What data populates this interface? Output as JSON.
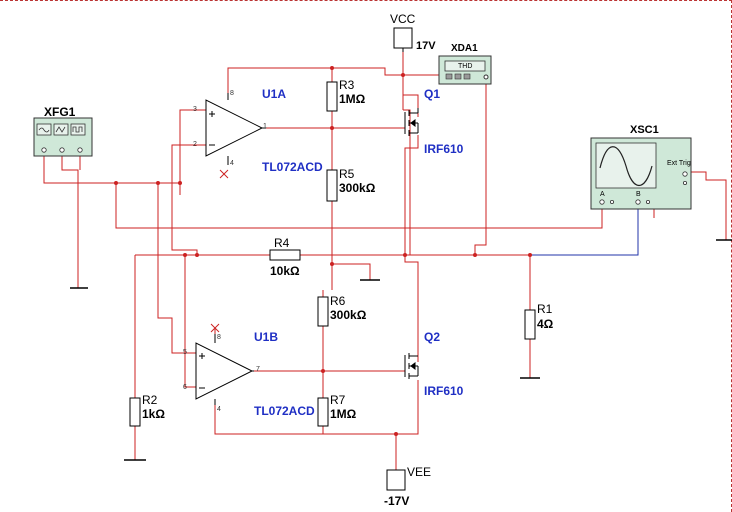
{
  "function_generator": {
    "name": "XFG1"
  },
  "analyzer": {
    "name": "XDA1",
    "label": "THD"
  },
  "oscilloscope": {
    "name": "XSC1",
    "ext_trig": "Ext Trig",
    "chan_a": "A",
    "chan_b": "B"
  },
  "supply_pos": {
    "name": "VCC",
    "value": "17V"
  },
  "supply_neg": {
    "name": "VEE",
    "value": "-17V"
  },
  "opamp_a": {
    "name": "U1A",
    "part": "TL072ACD",
    "pin_noninv": "3",
    "pin_inv": "2",
    "pin_out": "1",
    "pin_vcc": "8",
    "pin_vee": "4"
  },
  "opamp_b": {
    "name": "U1B",
    "part": "TL072ACD",
    "pin_noninv": "5",
    "pin_inv": "6",
    "pin_out": "7",
    "pin_vcc": "8",
    "pin_vee": "4"
  },
  "q1": {
    "name": "Q1",
    "part": "IRF610"
  },
  "q2": {
    "name": "Q2",
    "part": "IRF610"
  },
  "r1": {
    "name": "R1",
    "value": "4Ω"
  },
  "r2": {
    "name": "R2",
    "value": "1kΩ"
  },
  "r3": {
    "name": "R3",
    "value": "1MΩ"
  },
  "r4": {
    "name": "R4",
    "value": "10kΩ"
  },
  "r5": {
    "name": "R5",
    "value": "300kΩ"
  },
  "r6": {
    "name": "R6",
    "value": "300kΩ"
  },
  "r7": {
    "name": "R7",
    "value": "1MΩ"
  },
  "colors": {
    "wire": "#cc2222",
    "wire_blue": "#2233aa",
    "component": "#000000",
    "label": "#1f2fc4",
    "instrument": "#cfe8d8"
  }
}
